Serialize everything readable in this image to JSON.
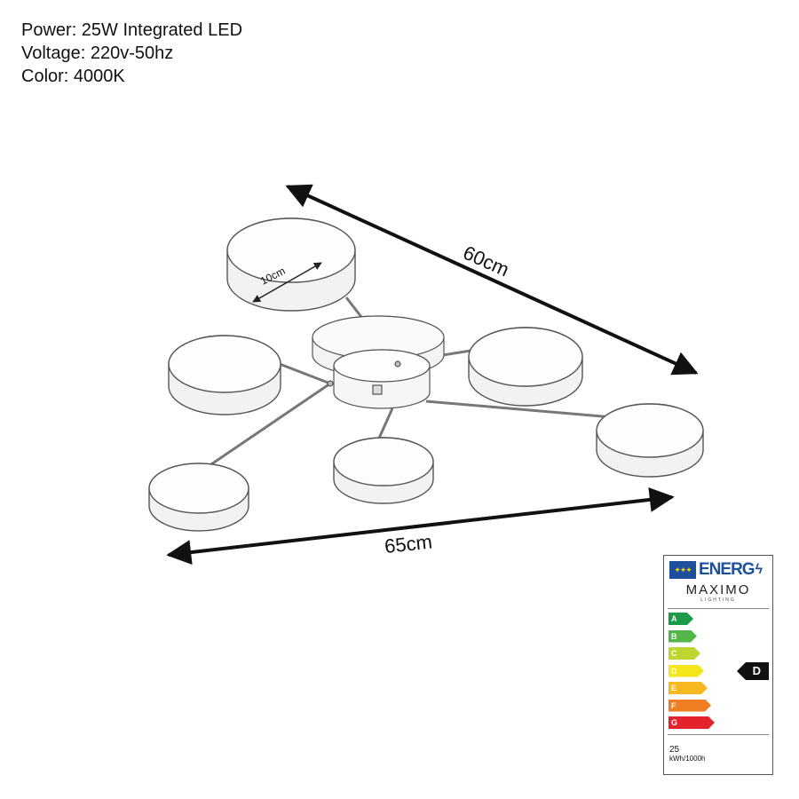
{
  "specs": {
    "power": "Power: 25W Integrated LED",
    "voltage": "Voltage: 220v-50hz",
    "color": "Color: 4000K"
  },
  "dimensions": {
    "depth": "60cm",
    "width": "65cm",
    "shade_diameter": "10cm"
  },
  "energy_label": {
    "header": "ENERG",
    "brand": "MAXIMO",
    "brand_sub": "LIGHTING",
    "classes": [
      {
        "letter": "A",
        "color": "#1a9b47"
      },
      {
        "letter": "B",
        "color": "#52b748"
      },
      {
        "letter": "C",
        "color": "#bfd630"
      },
      {
        "letter": "D",
        "color": "#f5e61b"
      },
      {
        "letter": "E",
        "color": "#f8b820"
      },
      {
        "letter": "F",
        "color": "#ef7d22"
      },
      {
        "letter": "G",
        "color": "#e4222b"
      }
    ],
    "rating": "D",
    "consumption_value": "25",
    "consumption_unit": "kWh/1000h",
    "flag_color": "#1d4f9c"
  }
}
